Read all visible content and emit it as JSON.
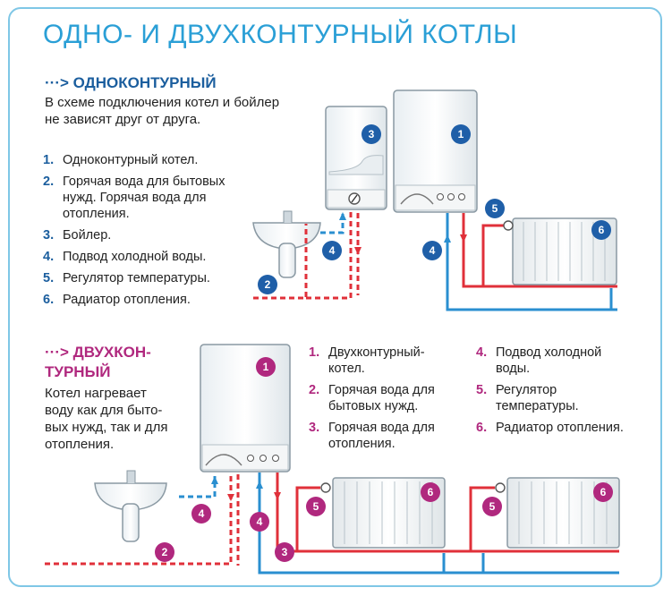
{
  "title": "ОДНО- И ДВУХКОНТУРНЫЙ КОТЛЫ",
  "section1": {
    "arrow": "···>",
    "title": "ОДНОКОНТУРНЫЙ",
    "desc": [
      "В схеме подключения котел и бойлер",
      "не зависят друг от друга."
    ],
    "items": [
      {
        "num": "1.",
        "text": "Одноконтурный котел."
      },
      {
        "num": "2.",
        "text": "Горячая вода для бытовых нужд. Горячая вода для отопления."
      },
      {
        "num": "3.",
        "text": "Бойлер."
      },
      {
        "num": "4.",
        "text": "Подвод холодной воды."
      },
      {
        "num": "5.",
        "text": "Регулятор температуры."
      },
      {
        "num": "6.",
        "text": "Радиатор отопления."
      }
    ]
  },
  "section2": {
    "arrow": "···>",
    "title_l1": "ДВУХКОН-",
    "title_l2": "ТУРНЫЙ",
    "desc": [
      "Котел нагревает",
      "воду как для быто-",
      "вых нужд, так и для",
      "отопления."
    ],
    "items_col1": [
      {
        "num": "1.",
        "text": "Двухконтурный-котел."
      },
      {
        "num": "2.",
        "text": "Горячая вода для бытовых нужд."
      },
      {
        "num": "3.",
        "text": "Горячая вода для отопления."
      }
    ],
    "items_col2": [
      {
        "num": "4.",
        "text": "Подвод холодной воды."
      },
      {
        "num": "5.",
        "text": "Регулятор температуры."
      },
      {
        "num": "6.",
        "text": "Радиатор отопления."
      }
    ]
  },
  "markers": {
    "n1": "1",
    "n2": "2",
    "n3": "3",
    "n4": "4",
    "n5": "5",
    "n6": "6"
  },
  "colors": {
    "title": "#2a9fd6",
    "hot": "#e0303a",
    "cold": "#2a8fd0",
    "blue_marker": "#1f5fa8",
    "magenta_marker": "#b0287e"
  }
}
